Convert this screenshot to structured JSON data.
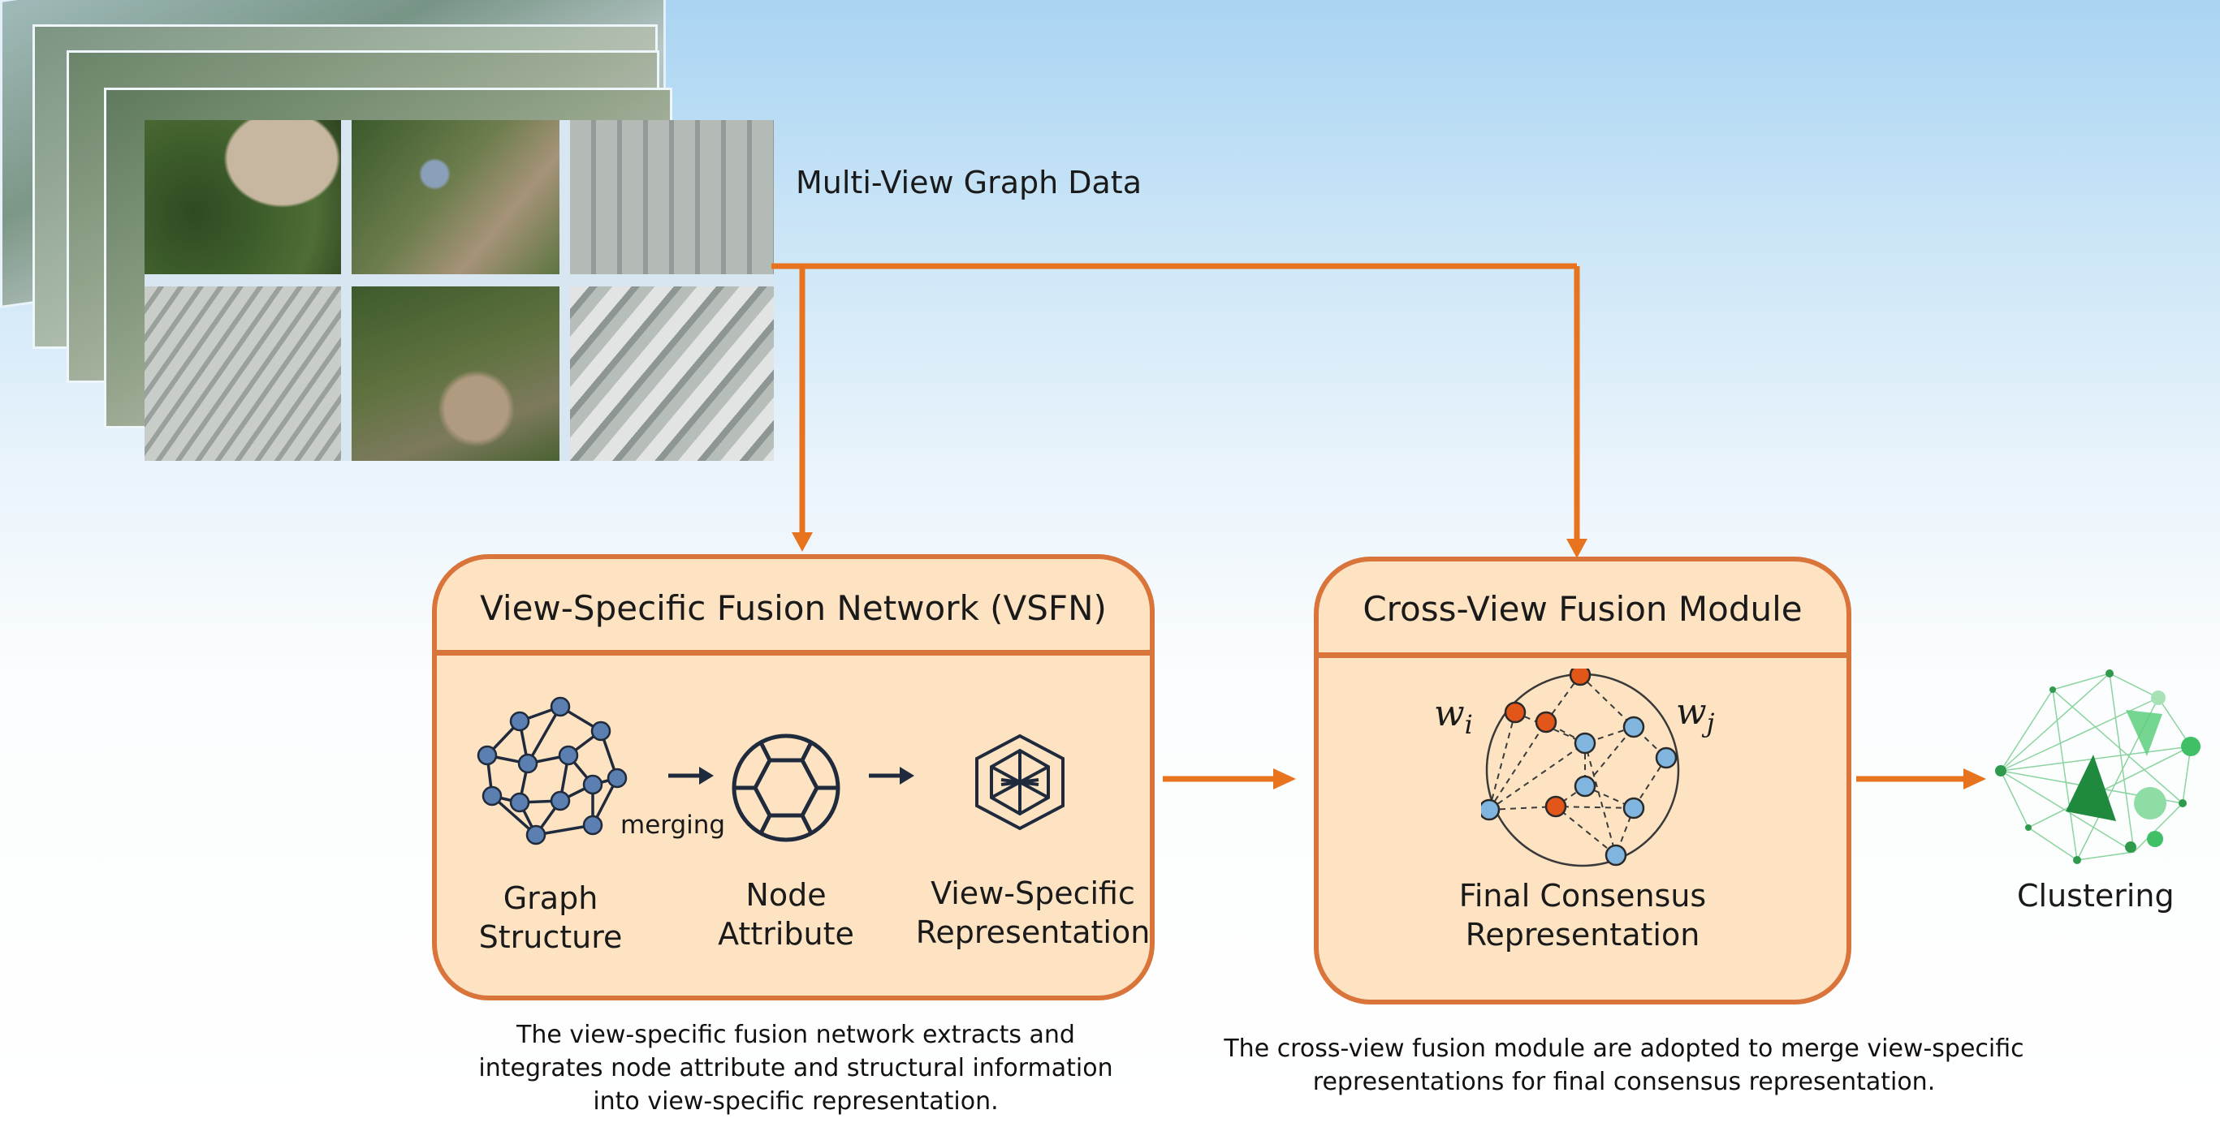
{
  "header": {
    "data_title": "Multi-View Graph Data"
  },
  "vsfn": {
    "title": "View-Specific Fusion Network (VSFN)",
    "graph_label_line1": "Graph",
    "graph_label_line2": "Structure",
    "merging": "merging",
    "node_label_line1": "Node",
    "node_label_line2": "Attribute",
    "rep_label_line1": "View-Specific",
    "rep_label_line2": "Representation",
    "desc_line1": "The view-specific fusion network extracts and",
    "desc_line2": "integrates node attribute and structural information",
    "desc_line3": "into view-specific representation."
  },
  "cvf": {
    "title": "Cross-View Fusion Module",
    "wi": "w",
    "wi_sub": "i",
    "wj": "w",
    "wj_sub": "j",
    "label_line1": "Final Consensus",
    "label_line2": "Representation",
    "desc_line1": "The cross-view fusion module are adopted to merge view-specific",
    "desc_line2": "representations for final consensus representation."
  },
  "output": {
    "label": "Clustering"
  },
  "colors": {
    "arrow": "#e8731f",
    "panel_border": "#d9743a",
    "panel_fill": "#fde3c2",
    "node_blue": "#7fb5de",
    "node_orange": "#e2561a",
    "cluster_green": "#2f9a4c"
  }
}
